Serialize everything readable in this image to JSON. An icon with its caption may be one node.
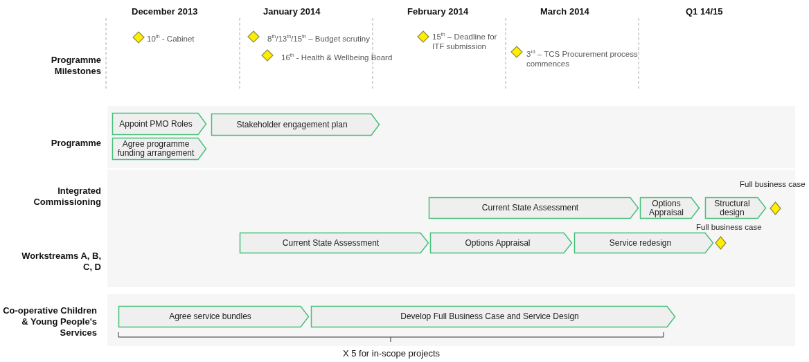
{
  "diagram": {
    "nodes": [
      {
        "text": [],
        "shape": "diamond",
        "beside": [
          "10$^{th}$ - Cabinet"
        ]
      },
      {
        "text": [],
        "shape": "diamond",
        "beside": [
          "8$^{th}$/13$^{th}$/15$^{th}$ – Budget scrutiny"
        ]
      },
      {
        "text": [],
        "shape": "diamond",
        "beside": [
          "16$^{th}$ - Health & Wellbeing Board"
        ]
      },
      {
        "text": [],
        "shape": "diamond",
        "beside": [
          "15$^{th}$ – Deadline for ITF submission"
        ]
      },
      {
        "text": [],
        "shape": "diamond",
        "beside": [
          "3$^{rd}$ – TCS Procurement process commences"
        ]
      },
      {
        "text": [
          "Appoint PMO Roles"
        ]
      },
      {
        "text": [
          "Stakeholder engagement plan"
        ]
      },
      {
        "text": [
          "Agree programme funding arrangement"
        ]
      },
      {
        "text": [
          "Current State Assessment"
        ]
      },
      {
        "text": [
          "Options Appraisal"
        ]
      },
      {
        "text": [
          "Structural design"
        ]
      },
      {
        "text": [],
        "shape": "diamond",
        "beside": [
          "Full business case"
        ]
      },
      {
        "text": [
          "Current State Assessment"
        ]
      },
      {
        "text": [
          "Options Appraisal"
        ]
      },
      {
        "text": [
          "Service redesign"
        ]
      },
      {
        "text": [],
        "shape": "diamond",
        "beside": [
          "Full business case"
        ]
      },
      {
        "text": [
          "Agree service bundles"
        ]
      },
      {
        "text": [
          "Develop Full Business Case and Service Design"
        ]
      }
    ],
    "labels": [
      "December 2013",
      "January 2014",
      "February 2014",
      "March 2014",
      "Q1 14/15",
      "Programme Milestones",
      "Programme",
      "Integrated Commissioning",
      "Workstreams A, B, C, D",
      "Co-operative Children & Young People's Services",
      "X 5 for in-scope projects"
    ]
  }
}
